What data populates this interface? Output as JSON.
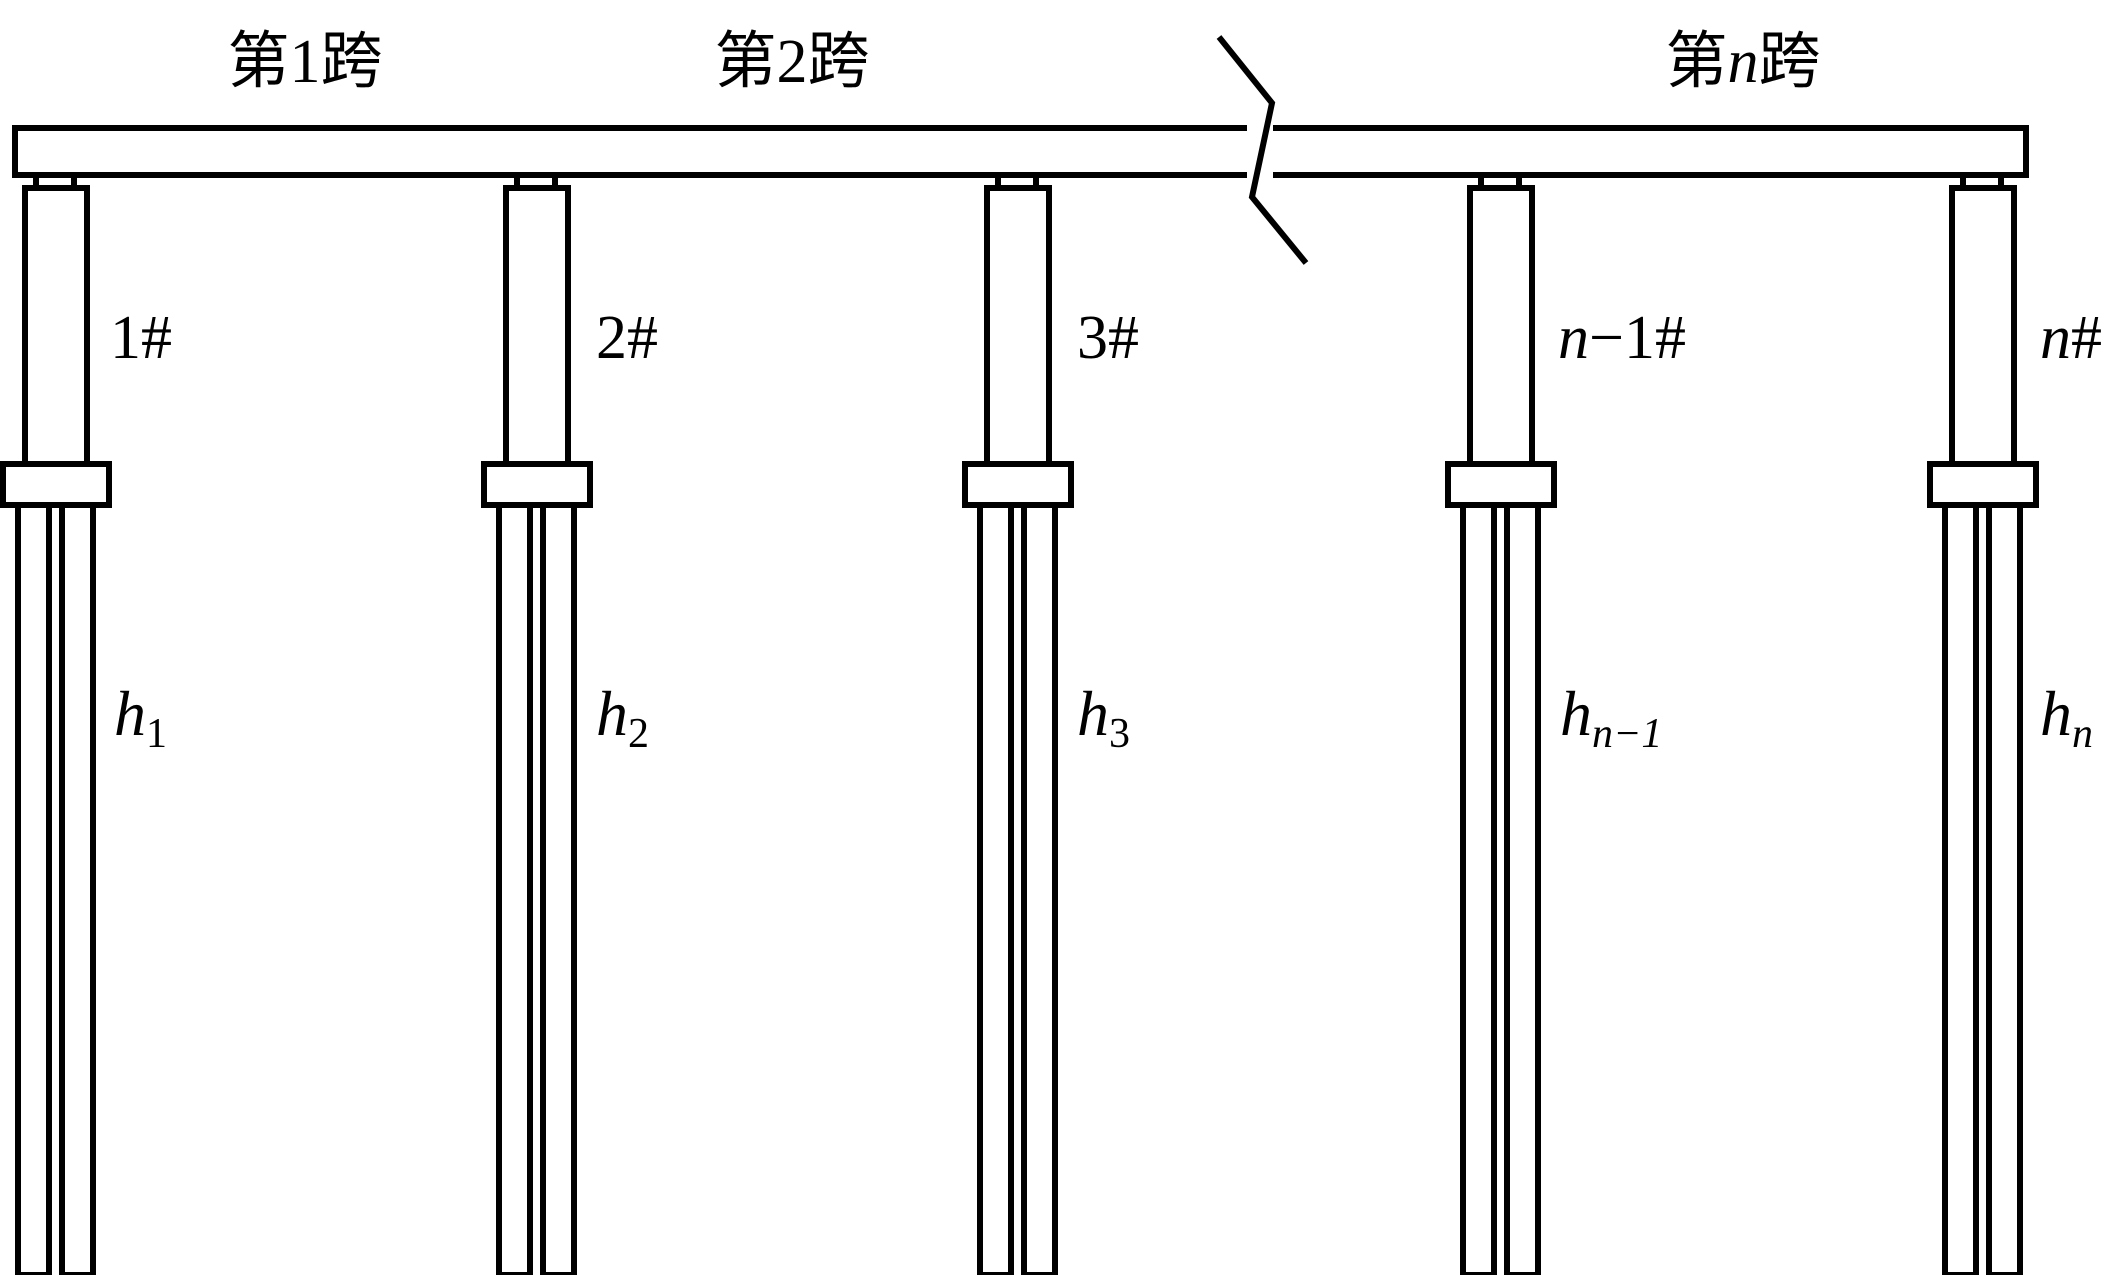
{
  "spans": [
    {
      "prefix": "第",
      "num": "1",
      "italic": false,
      "suffix": "跨"
    },
    {
      "prefix": "第",
      "num": "2",
      "italic": false,
      "suffix": "跨"
    },
    {
      "prefix": "第",
      "num": "n",
      "italic": true,
      "suffix": "跨"
    }
  ],
  "piers": [
    {
      "label_italic": "",
      "label": "1#",
      "h_base": "h",
      "h_sub": "1"
    },
    {
      "label_italic": "",
      "label": "2#",
      "h_base": "h",
      "h_sub": "2"
    },
    {
      "label_italic": "",
      "label": "3#",
      "h_base": "h",
      "h_sub": "3"
    },
    {
      "label_italic": "n",
      "label": "−1#",
      "h_base": "h",
      "h_sub": "n−1"
    },
    {
      "label_italic": "n",
      "label": "#",
      "h_base": "h",
      "h_sub": "n"
    }
  ],
  "colors": {
    "stroke": "#000000",
    "background": "#ffffff"
  }
}
